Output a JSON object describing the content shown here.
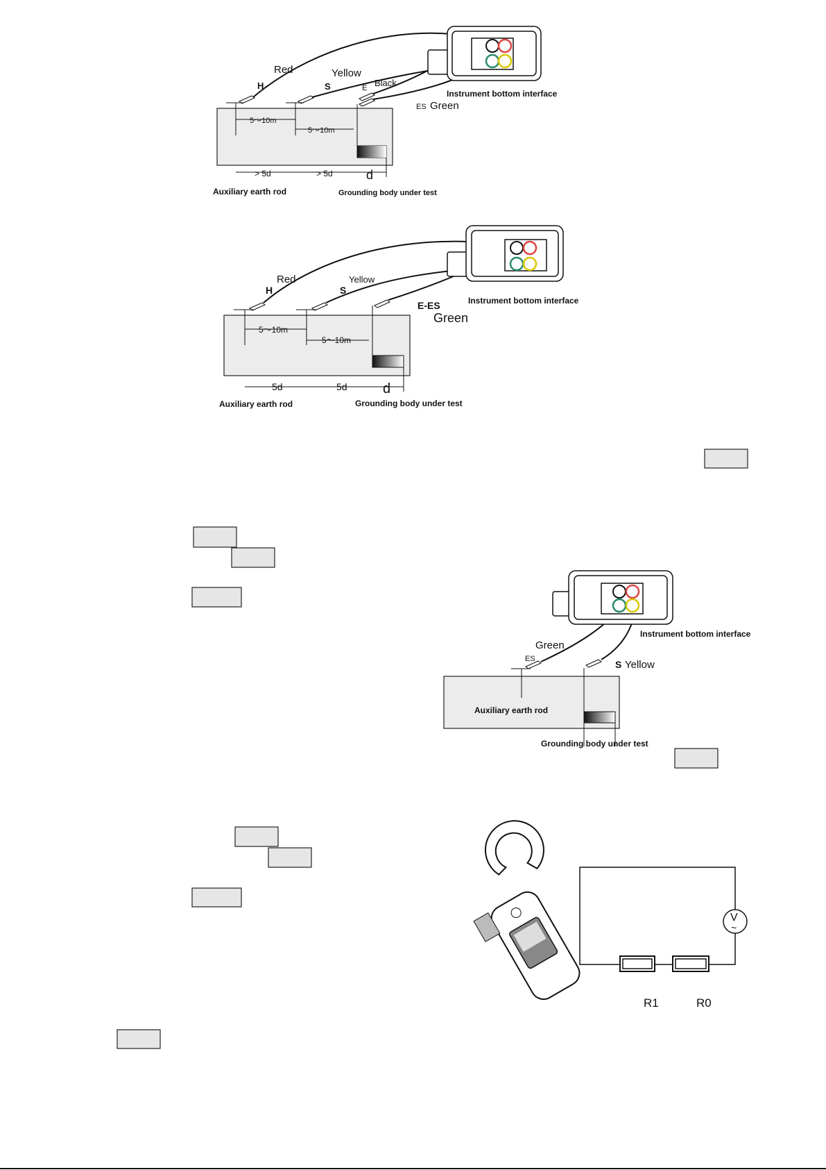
{
  "fig1": {
    "wire_red": "Red",
    "wire_yellow": "Yellow",
    "wire_black": "Black",
    "wire_green": "Green",
    "term_h": "H",
    "term_s": "S",
    "term_e": "E",
    "term_es": "ES",
    "instrument": "Instrument bottom interface",
    "dist1": "5～10m",
    "dist2": "5～10m",
    "dim1": "> 5d",
    "dim2": "> 5d",
    "dim_d": "d",
    "aux_rod": "Auxiliary earth rod",
    "grounding_body": "Grounding body under test"
  },
  "fig2": {
    "wire_red": "Red",
    "wire_yellow": "Yellow",
    "wire_green": "Green",
    "term_h": "H",
    "term_s": "S",
    "term_ees": "E-ES",
    "instrument": "Instrument bottom interface",
    "dist1": "5～10m",
    "dist2": "5～10m",
    "dim1": "5d",
    "dim2": "5d",
    "dim_d": "d",
    "aux_rod": "Auxiliary earth rod",
    "grounding_body": "Grounding body under test"
  },
  "fig3": {
    "wire_green": "Green",
    "term_es": "ES",
    "term_s": "S",
    "wire_yellow": "Yellow",
    "instrument": "Instrument bottom interface",
    "aux_rod": "Auxiliary earth rod",
    "grounding_body": "Grounding body under test"
  },
  "fig4": {
    "r1": "R1",
    "r0": "R0",
    "meter_symbol": "V",
    "ac_symbol": "~"
  }
}
